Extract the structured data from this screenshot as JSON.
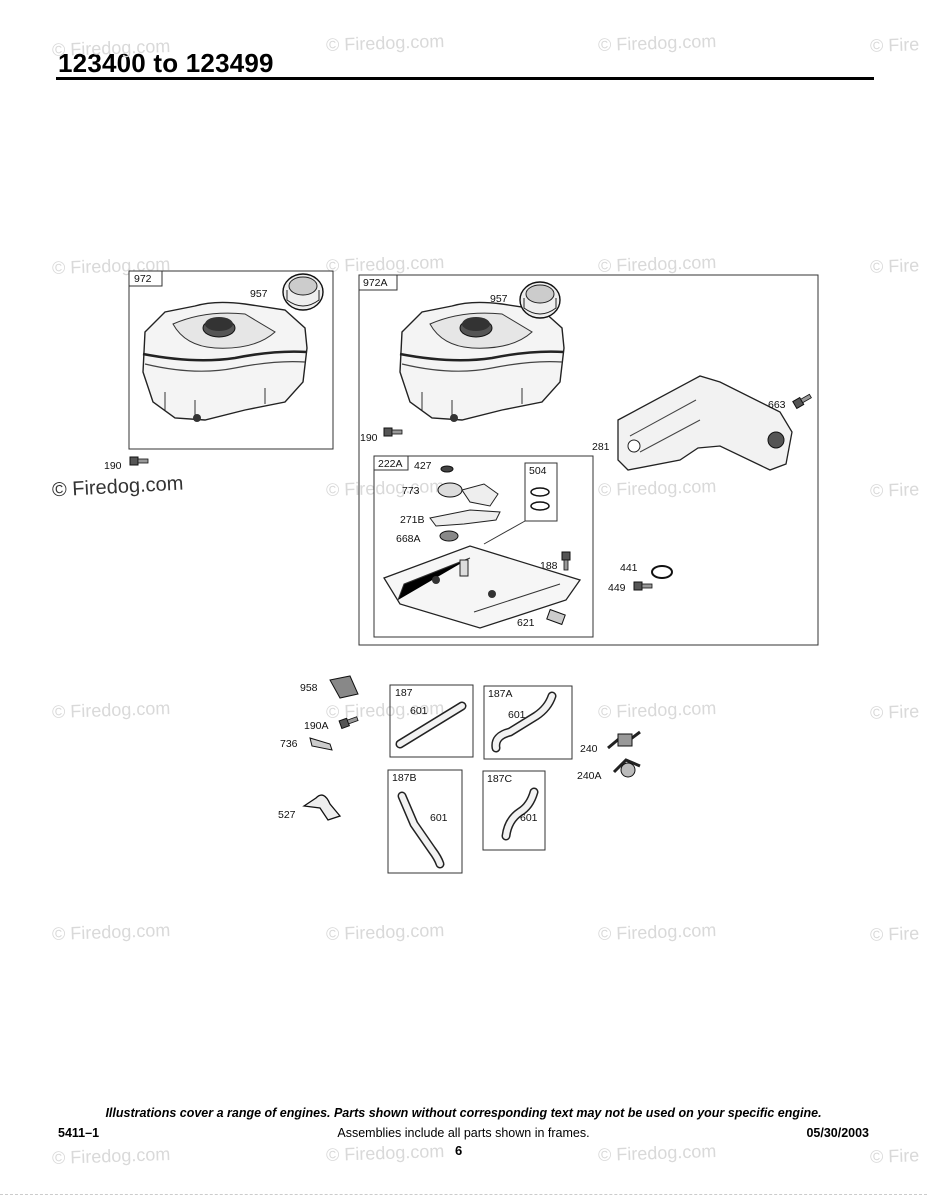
{
  "page": {
    "title": "123400 to 123499",
    "watermark": "© Firedog.com",
    "watermark_partial": "© Fire",
    "footer": {
      "disclaimer": "Illustrations cover a range of engines. Parts shown without corresponding text may not be used on your specific engine.",
      "code": "5411–1",
      "assemblies_note": "Assemblies include all parts shown in frames.",
      "date": "05/30/2003",
      "page_number": "6"
    }
  },
  "frames": {
    "f972": "972",
    "f972A": "972A",
    "f222A": "222A",
    "f504": "504",
    "f187": "187",
    "f187A": "187A",
    "f187B": "187B",
    "f187C": "187C"
  },
  "parts": {
    "p957a": "957",
    "p190a": "190",
    "p957b": "957",
    "p190b": "190",
    "p663": "663",
    "p281": "281",
    "p427": "427",
    "p773": "773",
    "p271B": "271B",
    "p668A": "668A",
    "p188": "188",
    "p621": "621",
    "p441": "441",
    "p449": "449",
    "p958": "958",
    "p190A": "190A",
    "p736": "736",
    "p527": "527",
    "p601a": "601",
    "p601b": "601",
    "p601c": "601",
    "p601d": "601",
    "p240": "240",
    "p240A": "240A"
  }
}
